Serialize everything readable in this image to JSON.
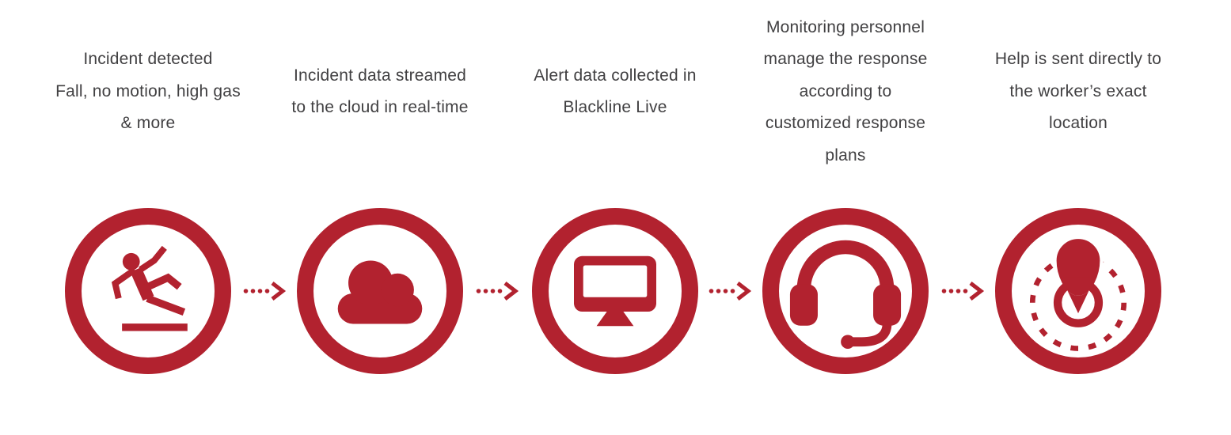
{
  "theme": {
    "accent": "#B2222F",
    "text": "#414042",
    "background": "#FFFFFF"
  },
  "flow": {
    "steps": [
      {
        "name": "incident-detected",
        "icon": "person-slipping-icon",
        "lines": [
          "Incident detected",
          "Fall, no motion, high gas",
          "& more"
        ]
      },
      {
        "name": "incident-data-streamed",
        "icon": "cloud-icon",
        "lines": [
          "Incident data streamed",
          "to the cloud in real-time"
        ]
      },
      {
        "name": "alert-data-collected",
        "icon": "monitor-icon",
        "lines": [
          "Alert data collected in",
          "Blackline Live"
        ]
      },
      {
        "name": "monitoring-personnel-response",
        "icon": "headset-icon",
        "lines": [
          "Monitoring personnel",
          "manage the response",
          "according to",
          "customized response",
          "plans"
        ]
      },
      {
        "name": "help-sent-to-location",
        "icon": "location-pin-icon",
        "lines": [
          "Help is sent directly to",
          "the worker’s exact",
          "location"
        ]
      }
    ],
    "connector": {
      "type": "dotted-arrow",
      "dot_count": 4
    }
  }
}
